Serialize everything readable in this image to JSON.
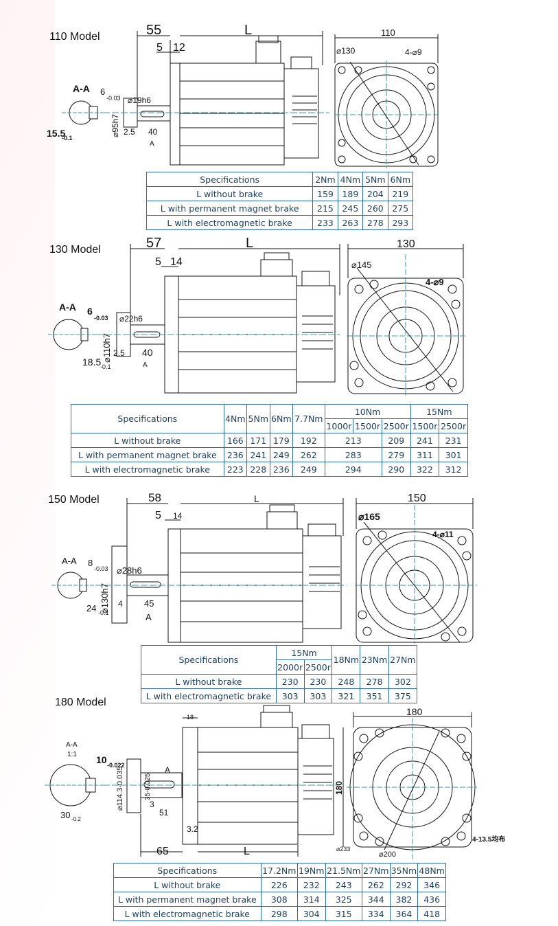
{
  "models": [
    {
      "title": "110 Model",
      "dims": {
        "d1": "55",
        "d2": "L",
        "d3": "5",
        "d4": "12",
        "d5": "110",
        "d6": "⌀130",
        "d7": "4-⌀9",
        "sec": "A-A",
        "key": "6",
        "keytol": "-0.03",
        "shaft": "⌀19h6",
        "body": "⌀95h7",
        "a1": "2.5",
        "a2": "40",
        "a3": "A",
        "depth": "15.5",
        "depthtol": "-0.1"
      },
      "table": {
        "headers": [
          "Specifications",
          "2Nm",
          "4Nm",
          "5Nm",
          "6Nm"
        ],
        "rows": [
          [
            "L without brake",
            "159",
            "189",
            "204",
            "219"
          ],
          [
            "L with permanent magnet brake",
            "215",
            "245",
            "260",
            "275"
          ],
          [
            "L with electromagnetic brake",
            "233",
            "263",
            "278",
            "293"
          ]
        ]
      }
    },
    {
      "title": "130 Model",
      "dims": {
        "d1": "57",
        "d2": "L",
        "d3": "5",
        "d4": "14",
        "d5": "130",
        "d6": "⌀145",
        "d7": "4-⌀9",
        "sec": "A-A",
        "key": "6",
        "keytol": "-0.03",
        "shaft": "⌀22h6",
        "body": "⌀110h7",
        "a1": "2.5",
        "a2": "40",
        "a3": "A",
        "depth": "18.5",
        "depthtol": "-0.1"
      },
      "table": {
        "spec_label": "Specifications",
        "simple_cols": [
          "4Nm",
          "5Nm",
          "6Nm",
          "7.7Nm"
        ],
        "group1": {
          "label": "10Nm",
          "subs": [
            "1000r",
            "1500r",
            "2500r"
          ]
        },
        "group2": {
          "label": "15Nm",
          "subs": [
            "1500r",
            "2500r"
          ]
        },
        "rows": [
          {
            "label": "L without brake",
            "vals": [
              "166",
              "171",
              "179",
              "192"
            ],
            "merged": "213",
            "g1c": "209",
            "g2": [
              "241",
              "231"
            ]
          },
          {
            "label": "L with permanent magnet brake",
            "vals": [
              "236",
              "241",
              "249",
              "262"
            ],
            "merged": "283",
            "g1c": "279",
            "g2": [
              "311",
              "301"
            ]
          },
          {
            "label": "L with electromagnetic brake",
            "vals": [
              "223",
              "228",
              "236",
              "249"
            ],
            "merged": "294",
            "g1c": "290",
            "g2": [
              "322",
              "312"
            ]
          }
        ]
      }
    },
    {
      "title": "150 Model",
      "dims": {
        "d1": "58",
        "d2": "L",
        "d3": "5",
        "d4": "14",
        "d5": "150",
        "d6": "⌀165",
        "d7": "4-⌀11",
        "sec": "A-A",
        "key": "8",
        "keytol": "-0.03",
        "shaft": "⌀28h6",
        "body": "⌀130h7",
        "a1": "4",
        "a2": "45",
        "a3": "A",
        "depth": "24",
        "depthtol": "-0.1"
      },
      "table": {
        "spec_label": "Specifications",
        "group": {
          "label": "15Nm",
          "subs": [
            "2000r",
            "2500r"
          ]
        },
        "simple_cols": [
          "18Nm",
          "23Nm",
          "27Nm"
        ],
        "rows": [
          {
            "label": "L without brake",
            "vals": [
              "230",
              "230",
              "248",
              "278",
              "302"
            ]
          },
          {
            "label": "L with electromagnetic brake",
            "vals": [
              "303",
              "303",
              "321",
              "351",
              "375"
            ]
          }
        ]
      }
    },
    {
      "title": "180 Model",
      "dims": {
        "d1": "65",
        "d2": "L",
        "d3": "18",
        "d4": "3.2",
        "d5": "180",
        "d5v": "180",
        "d6": "⌀233",
        "d6b": "⌀200",
        "d7": "4-13.5均布",
        "sec": "A-A",
        "scale": "1:1",
        "key": "10",
        "keytol": "-0.022",
        "shaft": "35-0.025",
        "body": "⌀114.3-0.035",
        "a1": "3",
        "a2": "51",
        "a3": "A",
        "depth": "30",
        "depthtol": "-0.2"
      },
      "table": {
        "headers": [
          "Specifications",
          "17.2Nm",
          "19Nm",
          "21.5Nm",
          "27Nm",
          "35Nm",
          "48Nm"
        ],
        "rows": [
          [
            "L without brake",
            "226",
            "232",
            "243",
            "262",
            "292",
            "346"
          ],
          [
            "L with permanent magnet brake",
            "308",
            "314",
            "325",
            "344",
            "382",
            "436"
          ],
          [
            "L with electromagnetic brake",
            "298",
            "304",
            "315",
            "334",
            "364",
            "418"
          ]
        ]
      }
    }
  ]
}
